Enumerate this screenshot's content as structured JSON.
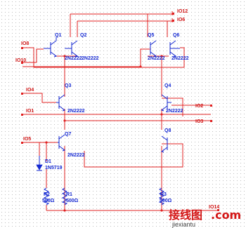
{
  "io": {
    "io12": "IO12",
    "io6": "IO6",
    "io8": "IO8",
    "io10": "IO10",
    "io4": "IO4",
    "io1": "IO1",
    "io2": "IO2",
    "io3": "IO3",
    "io5": "IO5",
    "io14": "IO14"
  },
  "transistors": {
    "q1": {
      "ref": "Q1"
    },
    "q2": {
      "ref": "Q2"
    },
    "q5": {
      "ref": "Q5"
    },
    "q6": {
      "ref": "Q6"
    },
    "q3": {
      "ref": "Q3"
    },
    "q4": {
      "ref": "Q4"
    },
    "q7": {
      "ref": "Q7"
    },
    "q8": {
      "ref": "Q8"
    },
    "model": "2N2222"
  },
  "diode": {
    "ref": "D1",
    "model": "1N5719"
  },
  "resistors": {
    "r2": {
      "ref": "R2",
      "value": "500Ω"
    },
    "r1": {
      "ref": "R1",
      "value": "500Ω"
    },
    "r3": {
      "ref": "R3",
      "value": "500Ω"
    }
  },
  "watermark": {
    "logo": "接线图",
    "suffix": ".com",
    "site": "jiexiantu"
  },
  "colors": {
    "wire": "#e02020",
    "device": "#1428d2",
    "label": "#d01818"
  }
}
